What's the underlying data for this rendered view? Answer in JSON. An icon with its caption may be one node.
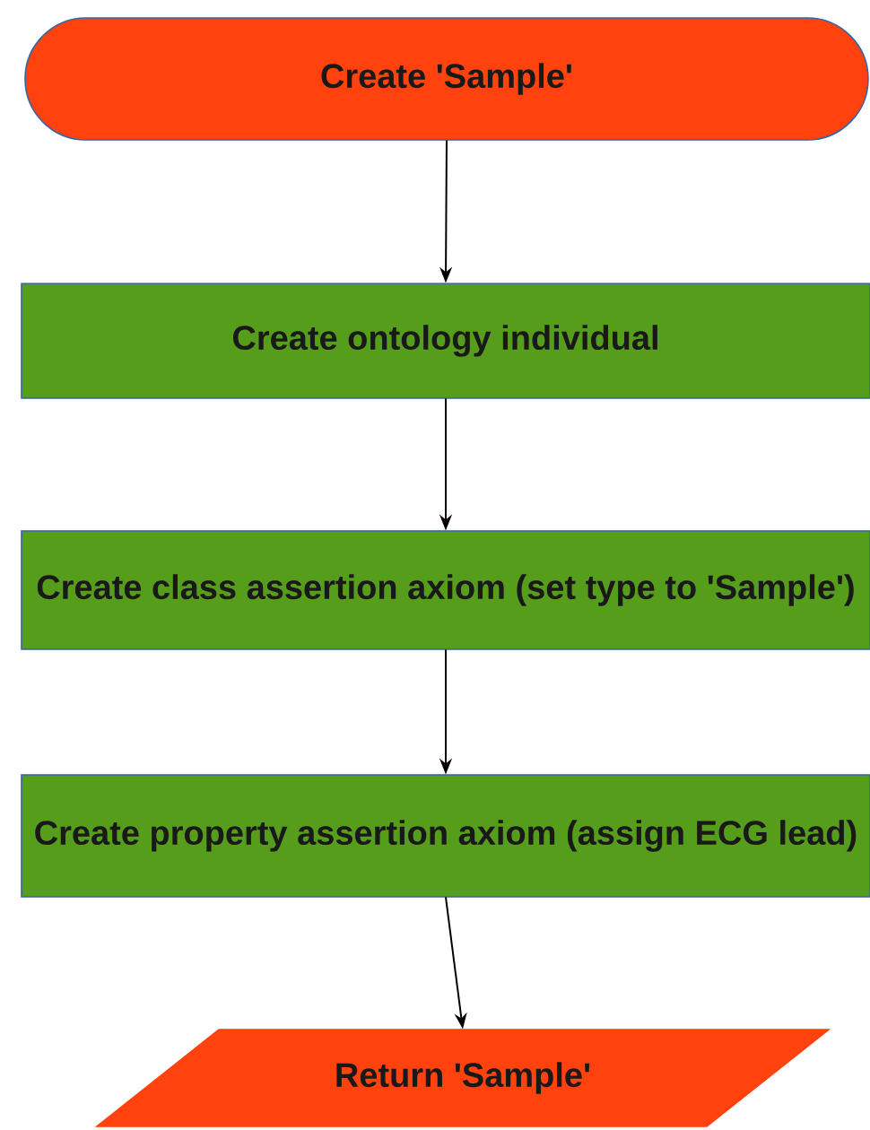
{
  "diagram": {
    "nodes": [
      {
        "text": [
          "Create 'Sample'"
        ]
      },
      {
        "text": [
          "Create ontology individual"
        ]
      },
      {
        "text": [
          "Create class assertion axiom (set type to 'Sample')"
        ]
      },
      {
        "text": [
          "Create property assertion axiom (assign ECG lead)"
        ]
      },
      {
        "text": [
          "Return 'Sample'"
        ]
      }
    ],
    "edges": [
      {
        "from": 0,
        "to": 1,
        "arrow": "to"
      },
      {
        "from": 1,
        "to": 2,
        "arrow": "to"
      },
      {
        "from": 2,
        "to": 3,
        "arrow": "to"
      },
      {
        "from": 3,
        "to": 4,
        "arrow": "to"
      }
    ]
  }
}
